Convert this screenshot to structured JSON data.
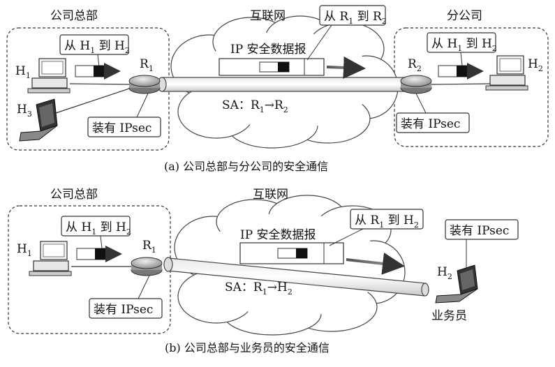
{
  "panel_a": {
    "hq_title": "公司总部",
    "internet_title": "互联网",
    "branch_title": "分公司",
    "callout_r1_r2": {
      "pre": "从 R",
      "s1": "1",
      "mid": " 到 R",
      "s2": "2"
    },
    "callout_h1_h2_left": {
      "pre": "从 H",
      "s1": "1",
      "mid": " 到 H",
      "s2": "2"
    },
    "callout_h1_h2_right": {
      "pre": "从 H",
      "s1": "1",
      "mid": " 到 H",
      "s2": "2"
    },
    "datagram_label": "IP 安全数据报",
    "sa": {
      "pre": "SA：R",
      "s1": "1",
      "arrow": "→R",
      "s2": "2"
    },
    "h1": {
      "main": "H",
      "sub": "1"
    },
    "h3": {
      "main": "H",
      "sub": "3"
    },
    "r1": {
      "main": "R",
      "sub": "1"
    },
    "r2": {
      "main": "R",
      "sub": "2"
    },
    "h2": {
      "main": "H",
      "sub": "2"
    },
    "ipsec_left": "装有 IPsec",
    "ipsec_right": "装有 IPsec",
    "caption": "(a) 公司总部与分公司的安全通信"
  },
  "panel_b": {
    "hq_title": "公司总部",
    "internet_title": "互联网",
    "callout_r1_h2": {
      "pre": "从 R",
      "s1": "1",
      "mid": " 到 H",
      "s2": "2"
    },
    "callout_h1_h2": {
      "pre": "从 H",
      "s1": "1",
      "mid": " 到 H",
      "s2": "2"
    },
    "datagram_label": "IP 安全数据报",
    "sa": {
      "pre": "SA：R",
      "s1": "1",
      "arrow": "→H",
      "s2": "2"
    },
    "h1": {
      "main": "H",
      "sub": "1"
    },
    "r1": {
      "main": "R",
      "sub": "1"
    },
    "h2": {
      "main": "H",
      "sub": "2"
    },
    "ipsec_left": "装有 IPsec",
    "ipsec_laptop": "装有 IPsec",
    "salesperson": "业务员",
    "caption": "(b) 公司总部与业务员的安全通信"
  }
}
